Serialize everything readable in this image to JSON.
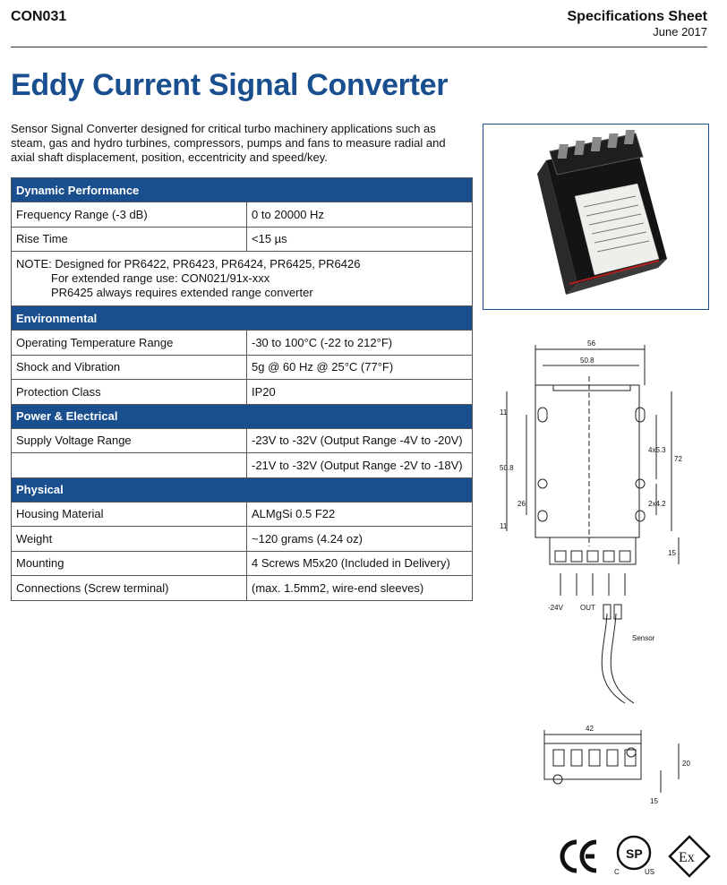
{
  "header": {
    "code": "CON031",
    "doc_type": "Specifications Sheet",
    "date": "June 2017"
  },
  "title": "Eddy Current Signal Converter",
  "intro": "Sensor Signal Converter designed for critical turbo machinery applications such as steam, gas and hydro turbines, compressors, pumps and fans to measure radial and axial shaft displacement, position, eccentricity and speed/key.",
  "spec": {
    "dynamic": {
      "heading": "Dynamic Performance",
      "rows": [
        {
          "label": "Frequency Range (-3 dB)",
          "value": "0 to 20000 Hz"
        },
        {
          "label": "Rise Time",
          "value": "<15 µs"
        }
      ],
      "note_lines": [
        "NOTE: Designed for PR6422, PR6423, PR6424, PR6425, PR6426",
        "For extended range use: CON021/91x-xxx",
        "PR6425 always requires extended range converter"
      ]
    },
    "environmental": {
      "heading": "Environmental",
      "rows": [
        {
          "label": "Operating Temperature Range",
          "value": "-30 to 100°C (-22 to 212°F)"
        },
        {
          "label": "Shock and Vibration",
          "value": "5g @ 60 Hz @ 25°C (77°F)"
        },
        {
          "label": "Protection Class",
          "value": "IP20"
        }
      ]
    },
    "power": {
      "heading": "Power & Electrical",
      "rows": [
        {
          "label": "Supply Voltage Range",
          "value": "-23V to -32V (Output Range -4V to -20V)"
        },
        {
          "label": "",
          "value": "-21V to -32V (Output Range -2V to -18V)"
        }
      ]
    },
    "physical": {
      "heading": "Physical",
      "rows": [
        {
          "label": "Housing Material",
          "value": "ALMgSi 0.5 F22"
        },
        {
          "label": "Weight",
          "value": "~120 grams (4.24 oz)"
        },
        {
          "label": "Mounting",
          "value": "4 Screws M5x20 (Included in Delivery)"
        },
        {
          "label": "Connections (Screw terminal)",
          "value": "(max. 1.5mm2, wire-end sleeves)"
        }
      ]
    }
  },
  "drawing": {
    "dims": {
      "w56": "56",
      "w508": "50.8",
      "h11a": "11",
      "h508": "50.8",
      "h26": "26",
      "h11b": "11",
      "h72": "72",
      "h4x53": "4x5.3",
      "h2x42": "2x4.2",
      "h15": "15",
      "w42": "42",
      "h20": "20",
      "h15b": "15"
    },
    "terminals": {
      "minus24v": "-24V",
      "out": "OUT",
      "sensor": "Sensor"
    }
  },
  "certs": {
    "csa_c": "C",
    "csa_us": "US"
  }
}
